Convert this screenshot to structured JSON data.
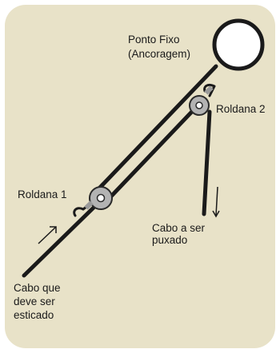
{
  "diagram": {
    "labels": {
      "fixed_point_line1": "Ponto Fixo",
      "fixed_point_line2": "(Ancoragem)",
      "pulley2": "Roldana 2",
      "pulley1": "Roldana 1",
      "pull_line1": "Cabo a ser",
      "pull_line2": "puxado",
      "tension_line1": "Cabo que",
      "tension_line2": "deve ser",
      "tension_line3": "esticado"
    },
    "colors": {
      "background": "#e8e2c8",
      "cable": "#1a1a1a",
      "pulley_fill": "#b3b3b3",
      "pulley_stroke": "#2a2a2a",
      "anchor_ring_fill": "#ffffff"
    },
    "icons": {
      "anchor": "anchor-ring-icon",
      "pulley1": "pulley-icon",
      "pulley2": "pulley-icon",
      "hook1": "hook-icon",
      "hook2": "hook-icon",
      "arrow_up": "arrow-up-right-icon",
      "arrow_down": "arrow-down-icon"
    }
  }
}
